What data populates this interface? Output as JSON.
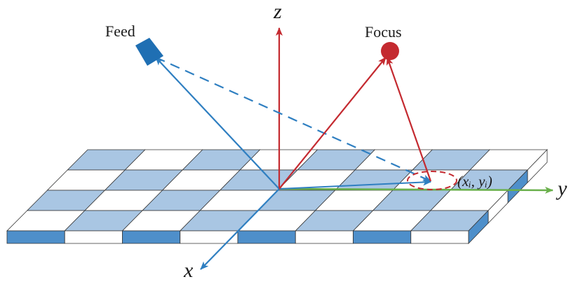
{
  "labels": {
    "z_axis": "z",
    "y_axis": "y",
    "x_axis": "x",
    "feed": "Feed",
    "focus": "Focus",
    "element_coord": "(xᵢ, yᵢ)"
  },
  "colors": {
    "blue": "#2f7fc1",
    "red": "#c42a30",
    "green": "#6ab04c",
    "tile_light": "#a9c6e3",
    "tile_dark": "#4e8fca",
    "outline": "#333333"
  },
  "icons": {
    "feed": "feed-horn-icon",
    "focus": "focus-point-icon"
  }
}
